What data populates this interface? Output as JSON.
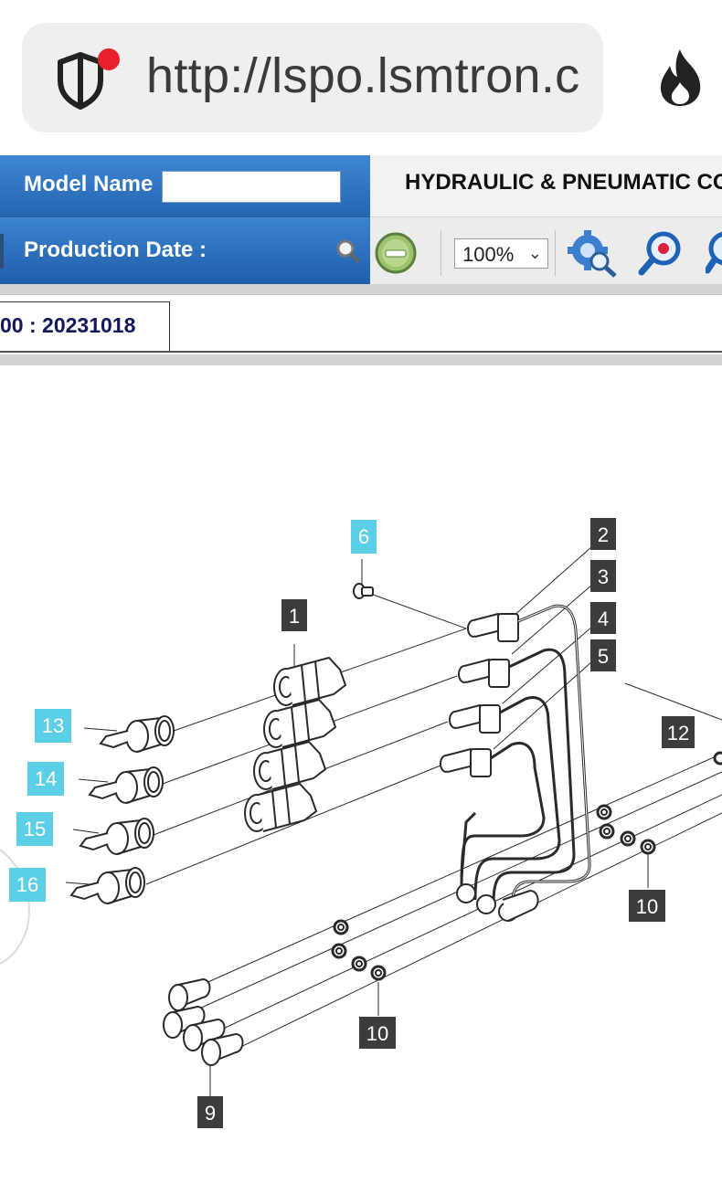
{
  "browser": {
    "url": "http://lspo.lsmtron.c",
    "icons": {
      "security": "shield-alert-icon",
      "action": "fire-icon"
    }
  },
  "header": {
    "model_name_label": "Model Name",
    "model_name_value": "",
    "production_date_label": "Production Date :",
    "title": "HYDRAULIC & PNEUMATIC CO"
  },
  "toolbar": {
    "zoom": "100%",
    "icons": [
      "search-small-icon",
      "zoom-out-icon",
      "settings-search-icon",
      "zoom-in-icon",
      "zoom-partial-icon"
    ]
  },
  "tab": {
    "label": "00 : 20231018"
  },
  "diagram": {
    "labels": {
      "p1": "1",
      "p2": "2",
      "p3": "3",
      "p4": "4",
      "p5": "5",
      "p6": "6",
      "p9": "9",
      "p10a": "10",
      "p10b": "10",
      "p12": "12",
      "p13": "13",
      "p14": "14",
      "p15": "15",
      "p16": "16"
    },
    "colors": {
      "dark_label": "#3c3c3c",
      "blue_label": "#5bcfe6"
    }
  }
}
